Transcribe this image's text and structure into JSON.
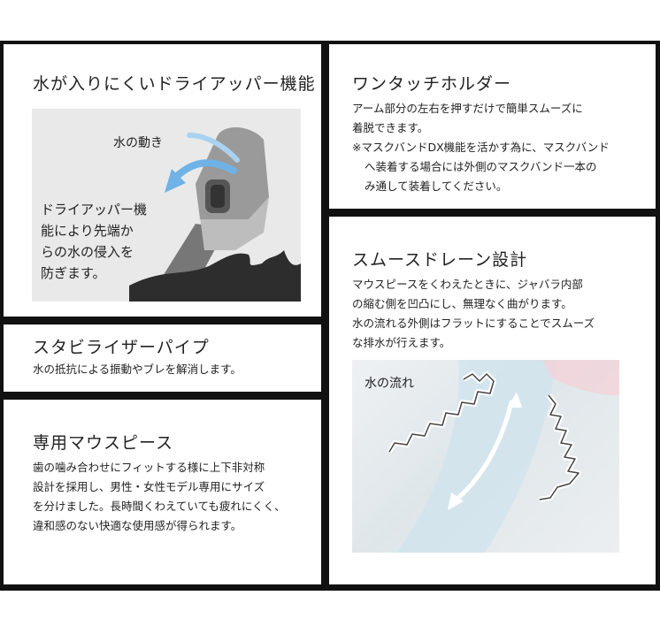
{
  "features": [
    {
      "title": "水が入りにくいドライアッパー機能",
      "image": {
        "arrow_label": "水の動き",
        "caption_lines": [
          "ドライアッパー機",
          "能により先端か",
          "らの水の侵入を",
          "防ぎます。"
        ]
      }
    },
    {
      "title": "スタビライザーパイプ",
      "body": "水の抵抗による振動やブレを解消します。"
    },
    {
      "title": "専用マウスピース",
      "body_lines": [
        "歯の噛み合わせにフィットする様に上下非対称",
        "設計を採用し、男性・女性モデル専用にサイズ",
        "を分けました。長時間くわえていても疲れにくく、",
        "違和感のない快適な使用感が得られます。"
      ]
    },
    {
      "title": "ワンタッチホルダー",
      "body_lines": [
        "アーム部分の左右を押すだけで簡単スムーズに",
        "着脱できます。"
      ],
      "note_lines": [
        "※マスクバンドDX機能を活かす為に、マスクバンド",
        "へ装着する場合には外側のマスクバンド一本の",
        "み通して装着してください。"
      ]
    },
    {
      "title": "スムースドレーン設計",
      "body_lines": [
        "マウスピースをくわえたときに、ジャバラ内部",
        "の縮む側を凹凸にし、無理なく曲がります。",
        "水の流れる外側はフラットにすることでスムーズ",
        "な排水が行えます。"
      ],
      "image": {
        "label": "水の流れ"
      }
    }
  ]
}
